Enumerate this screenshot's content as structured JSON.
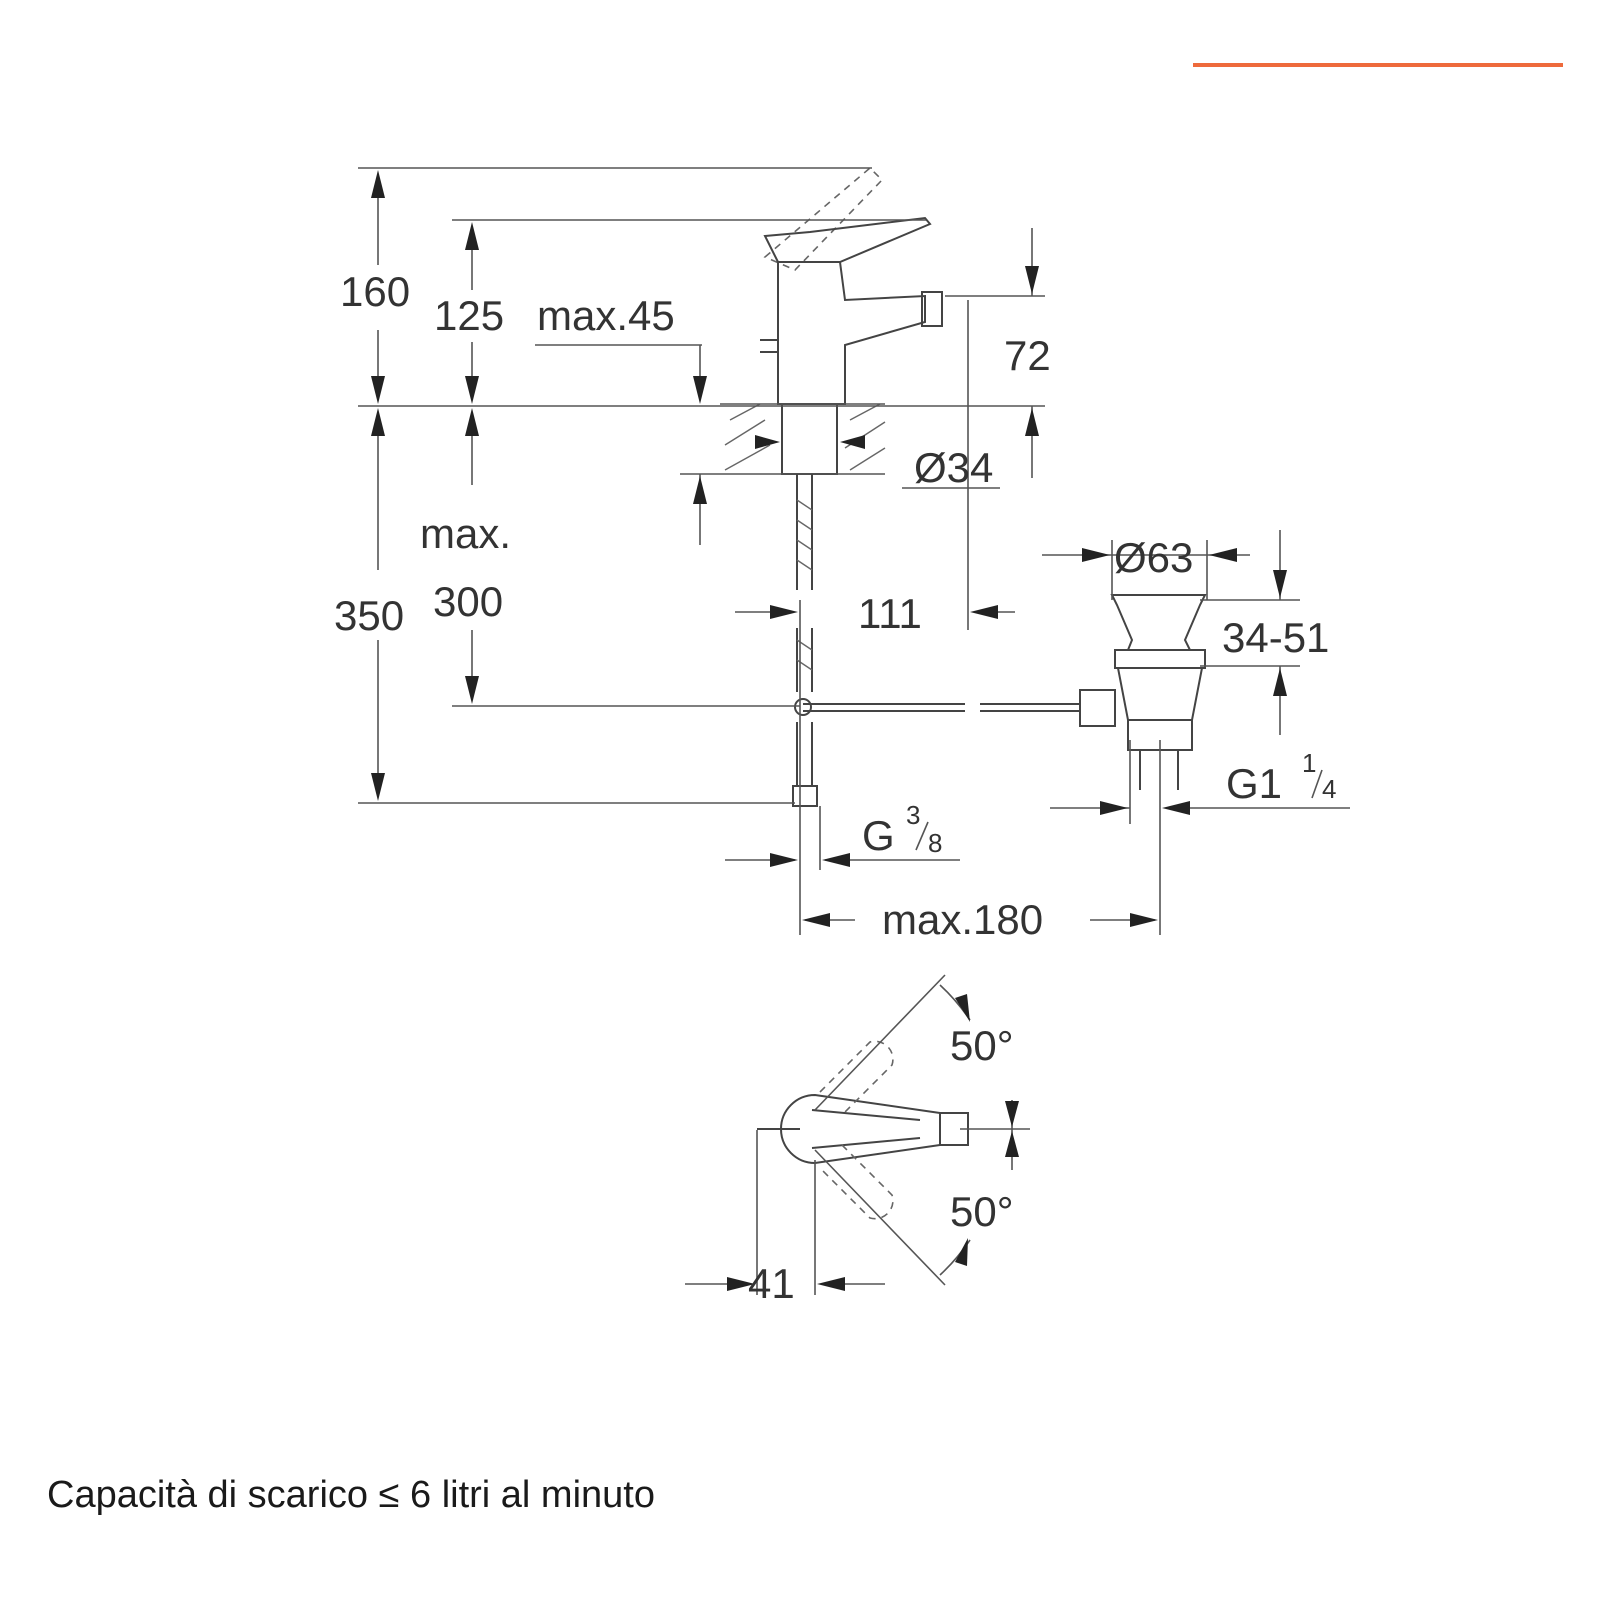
{
  "colors": {
    "accent": "#ee6a3c",
    "line": "#444444",
    "background": "#ffffff"
  },
  "dimensions": {
    "d160": "160",
    "d125": "125",
    "max45": "max.45",
    "d72": "72",
    "dia34": "Ø34",
    "max_word": "max.",
    "d300": "300",
    "d350": "350",
    "d111": "111",
    "dia63": "Ø63",
    "d34_51": "34-51",
    "g1_base": "G1",
    "g1_frac_num": "1",
    "g1_frac_den": "4",
    "g38_base": "G",
    "g38_frac_num": "3",
    "g38_frac_den": "8",
    "max180": "max.180",
    "angle_upper": "50°",
    "angle_lower": "50°",
    "d41": "41"
  },
  "caption": "Capacità di scarico ≤ 6 litri al minuto"
}
